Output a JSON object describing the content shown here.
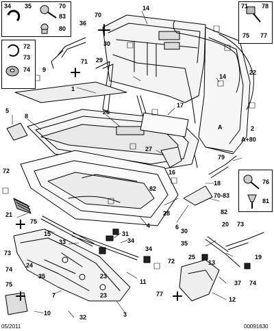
{
  "footer": {
    "date": "05/2011",
    "ref": "00091630"
  },
  "callouts": {
    "c1": "1",
    "c2": "2",
    "c2sub": "A+80",
    "c3": "3",
    "c4": "4",
    "c5": "5",
    "c6": "6",
    "c7": "7",
    "c8": "8",
    "c9": "9",
    "c10": "10",
    "c11": "11",
    "c12": "12",
    "c13": "13",
    "c14a": "14",
    "c14b": "14",
    "c15": "15",
    "c16": "16",
    "c17": "17",
    "c18": "18",
    "c19": "19",
    "c20": "20",
    "c21": "21",
    "c22": "22",
    "c23a": "23",
    "c23b": "23",
    "c24": "24",
    "c25": "25",
    "c26": "26",
    "c27": "27",
    "c28": "28",
    "c29": "29",
    "c30": "30",
    "c31": "31",
    "c32": "32",
    "c33": "33",
    "c34a": "34",
    "c34b": "34",
    "c35a": "35",
    "c35b": "35",
    "c36": "36",
    "c37": "37",
    "c70": "70",
    "c70_83": "70-83",
    "c71": "71",
    "c72a": "72",
    "c72b": "72",
    "c73a": "73",
    "c73b": "73",
    "c74a": "74",
    "c74b": "74",
    "c75a": "75",
    "c75b": "75",
    "c77": "77",
    "c79": "79",
    "c80": "80",
    "c82a": "82",
    "c82b": "82",
    "cA": "A"
  },
  "insets": {
    "top_left": {
      "n34": "34",
      "n35": "35",
      "n70": "70",
      "n83": "83",
      "n80": "80"
    },
    "left_mid": {
      "n72": "72",
      "n73": "73",
      "n74": "74"
    },
    "top_right": {
      "n71": "71",
      "n78": "78",
      "n75": "75",
      "n77": "77"
    },
    "right_mid": {
      "n76": "76",
      "n81": "81"
    }
  }
}
